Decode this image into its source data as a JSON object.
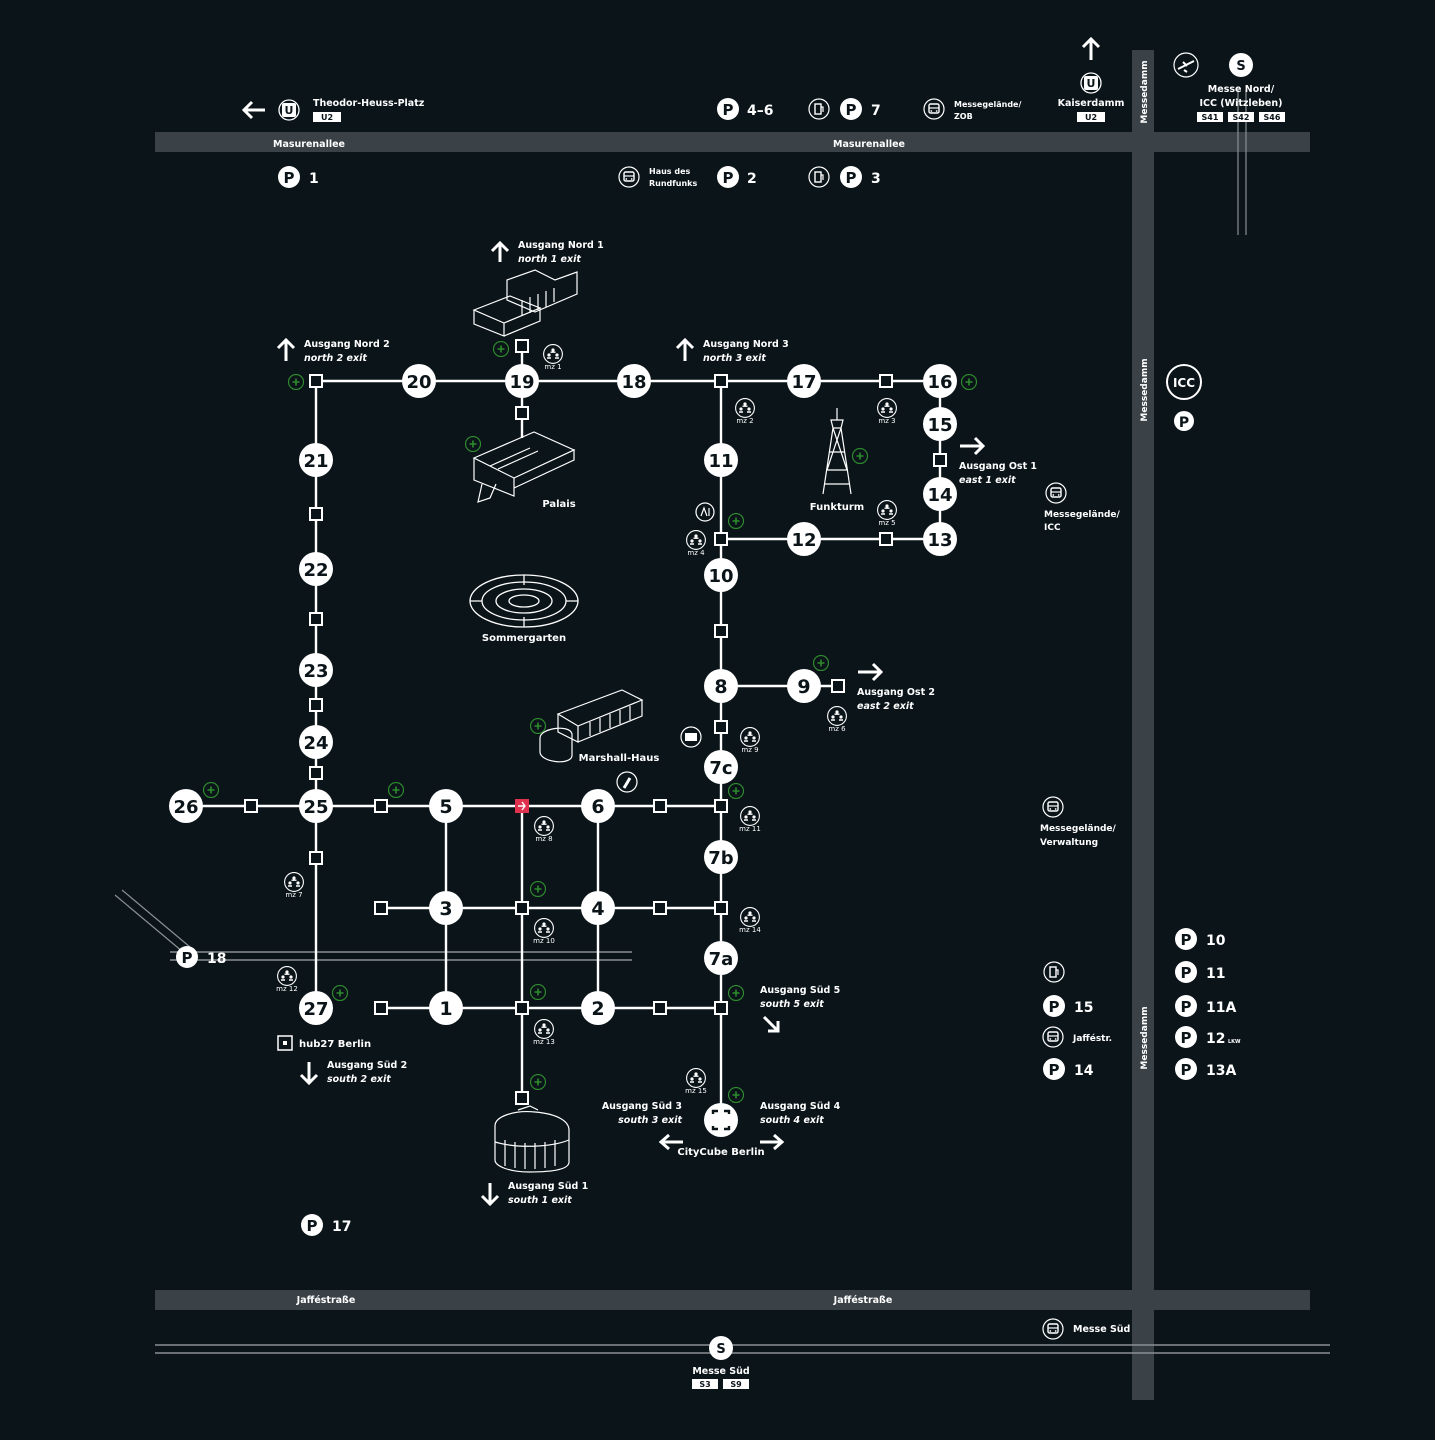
{
  "colors": {
    "background": "#0b1419",
    "road": "#3b4247",
    "network": "#ffffff",
    "first_aid": "#2e8b2e",
    "entrance_marker": "#e0314f"
  },
  "roads": {
    "top": "Masurenallee",
    "bottom": "Jafféstraße",
    "right": "Messedamm"
  },
  "halls": {
    "h1": "1",
    "h2": "2",
    "h3": "3",
    "h4": "4",
    "h5": "5",
    "h6": "6",
    "h7a": "7a",
    "h7b": "7b",
    "h7c": "7c",
    "h8": "8",
    "h9": "9",
    "h10": "10",
    "h11": "11",
    "h12": "12",
    "h13": "13",
    "h14": "14",
    "h15": "15",
    "h16": "16",
    "h17": "17",
    "h18": "18",
    "h19": "19",
    "h20": "20",
    "h21": "21",
    "h22": "22",
    "h23": "23",
    "h24": "24",
    "h25": "25",
    "h26": "26",
    "h27": "27"
  },
  "meeting_points": [
    "mz 1",
    "mz 2",
    "mz 3",
    "mz 4",
    "mz 5",
    "mz 6",
    "mz 7",
    "mz 8",
    "mz 9",
    "mz 10",
    "mz 11",
    "mz 12",
    "mz 13",
    "mz 14",
    "mz 15"
  ],
  "buildings": {
    "palais": "Palais",
    "sommergarten": "Sommergarten",
    "funkturm": "Funkturm",
    "marshall": "Marshall-Haus",
    "citycube": "CityCube Berlin",
    "hub27": "hub27 Berlin",
    "icc": "ICC"
  },
  "exits": {
    "nord1": {
      "de": "Ausgang Nord 1",
      "en": "north 1 exit"
    },
    "nord2": {
      "de": "Ausgang Nord 2",
      "en": "north 2 exit"
    },
    "nord3": {
      "de": "Ausgang Nord 3",
      "en": "north 3 exit"
    },
    "ost1": {
      "de": "Ausgang Ost 1",
      "en": "east 1 exit"
    },
    "ost2": {
      "de": "Ausgang Ost 2",
      "en": "east 2 exit"
    },
    "sued1": {
      "de": "Ausgang Süd 1",
      "en": "south 1 exit"
    },
    "sued2": {
      "de": "Ausgang Süd 2",
      "en": "south 2 exit"
    },
    "sued3": {
      "de": "Ausgang Süd 3",
      "en": "south 3 exit"
    },
    "sued4": {
      "de": "Ausgang Süd 4",
      "en": "south 4 exit"
    },
    "sued5": {
      "de": "Ausgang Süd 5",
      "en": "south 5 exit"
    }
  },
  "transit": {
    "theodor": {
      "name": "Theodor-Heuss-Platz",
      "line": "U2",
      "icon": "U"
    },
    "kaiserdamm": {
      "name": "Kaiserdamm",
      "line": "U2",
      "icon": "U"
    },
    "messe_nord": {
      "name1": "Messe Nord/",
      "name2": "ICC (Witzleben)",
      "lines": [
        "S41",
        "S42",
        "S46"
      ],
      "icon": "S"
    },
    "messe_sued": {
      "name": "Messe Süd",
      "lines": [
        "S3",
        "S9"
      ],
      "icon": "S"
    }
  },
  "bus": {
    "zob": {
      "l1": "Messegelände/",
      "l2": "ZOB"
    },
    "rundfunk": {
      "l1": "Haus des",
      "l2": "Rundfunks"
    },
    "icc": {
      "l1": "Messegelände/",
      "l2": "ICC"
    },
    "verwaltung": {
      "l1": "Messegelände/",
      "l2": "Verwaltung"
    },
    "jaffe": {
      "l1": "Jafféstr."
    },
    "messe_sued": {
      "l1": "Messe Süd"
    }
  },
  "parking": {
    "p_symbol": "P",
    "p1": "1",
    "p2": "2",
    "p3": "3",
    "p4_6": "4–6",
    "p7": "7",
    "p10": "10",
    "p11": "11",
    "p11a": "11A",
    "p12": "12",
    "p12_sub": "LKW",
    "p13a": "13A",
    "p14": "14",
    "p15": "15",
    "p17": "17",
    "p18": "18"
  }
}
